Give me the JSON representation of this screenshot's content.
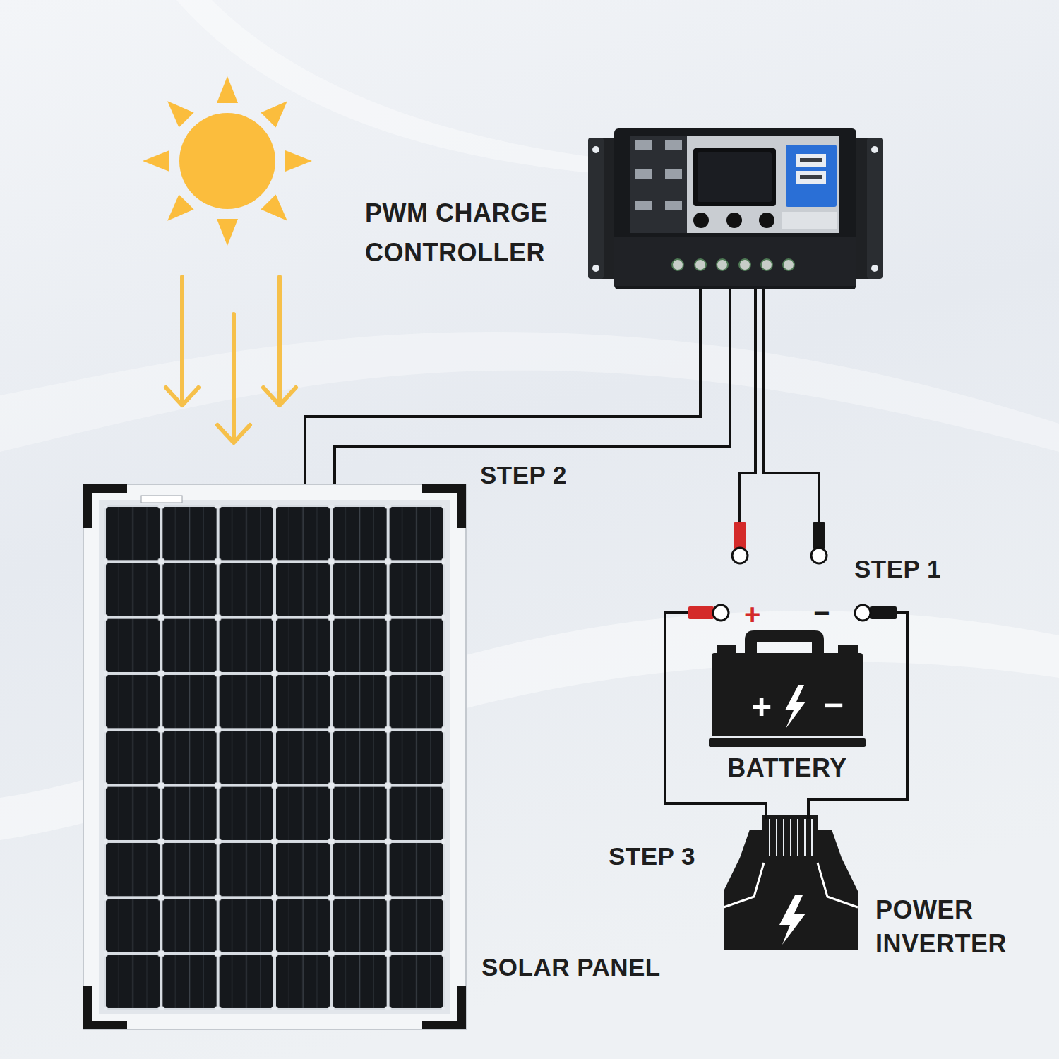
{
  "diagram": {
    "nodes": [
      {
        "text": [
          "PWM CHARGE CONTROLLER"
        ]
      },
      {
        "text": [
          "SOLAR PANEL"
        ]
      },
      {
        "text": [
          "BATTERY"
        ]
      },
      {
        "text": [
          "POWER INVERTER"
        ]
      }
    ],
    "edges": [
      {
        "from": 1,
        "to": 0,
        "label": "STEP 2",
        "arrow": "none"
      },
      {
        "from": 0,
        "to": 2,
        "label": "STEP 1",
        "arrow": "none"
      },
      {
        "from": 2,
        "to": 3,
        "label": "STEP 3",
        "arrow": "none"
      }
    ],
    "labels": [
      "+",
      "−",
      "+",
      "−"
    ]
  }
}
